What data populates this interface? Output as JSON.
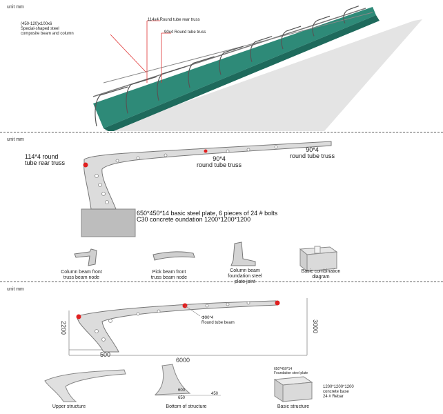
{
  "top": {
    "unit": "unit mm",
    "beam_spec_lines": [
      "(450-120)x100x6",
      "Special-shaped steel",
      "composite beam and column"
    ],
    "rear_truss": "114x4 Round tube rear truss",
    "round_truss": "90x4 Round tube truss"
  },
  "middle": {
    "unit": "unit mm",
    "rear_truss_lines": [
      "114*4  round",
      "tube rear truss"
    ],
    "mid_truss_lines": [
      "90*4",
      "round tube truss"
    ],
    "right_truss_lines": [
      "90*4",
      "round tube truss"
    ],
    "base_lines": [
      "650*450*14 basic steel plate, 6 pieces of 24 # bolts",
      "C30 concrete  oundation  1200*1200*1200"
    ],
    "parts": [
      {
        "caption": [
          "Column beam front",
          "truss beam node"
        ]
      },
      {
        "caption": [
          "Pick beam front",
          "truss beam node"
        ]
      },
      {
        "caption": [
          "Column beam",
          "foundation steel",
          "plate joint"
        ]
      },
      {
        "caption": [
          "Basic combination",
          "diagram"
        ]
      }
    ]
  },
  "bottom": {
    "unit": "unit mm",
    "beam_label_lines": [
      "Φ90*4",
      "Round tube beam"
    ],
    "dim_left": "2200",
    "dim_right": "3000",
    "dim_500": "500",
    "dim_6000": "6000",
    "base_dims": [
      "600",
      "650",
      "450"
    ],
    "base_plate_label": [
      "650*450*14",
      "Foundation steel plate"
    ],
    "base_concrete_label": [
      "1200*1200*1200",
      "concrete base",
      "24 # Rebar"
    ],
    "captions": [
      "Upper structure",
      "Bottom of structure",
      "Basic structure"
    ]
  },
  "colors": {
    "roof": "#2e8a78",
    "steel": "#d8d8d8",
    "joint": "#e02020"
  }
}
